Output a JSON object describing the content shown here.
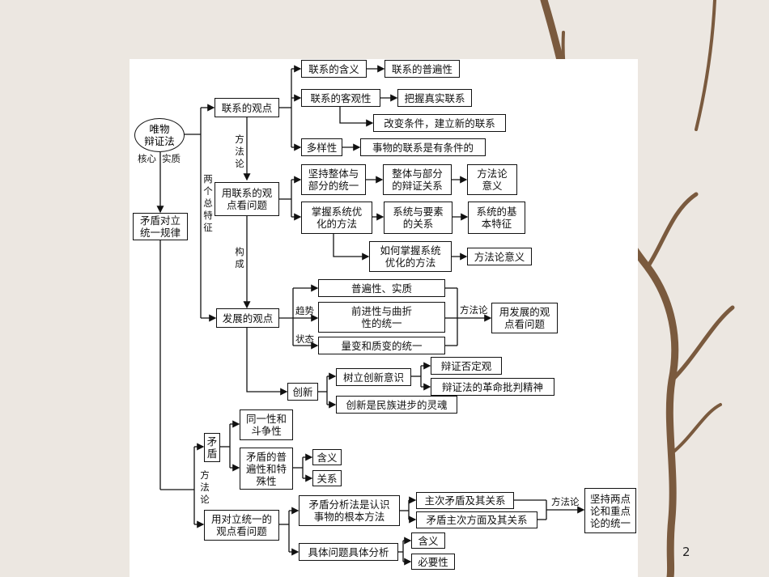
{
  "page_number": "2",
  "colors": {
    "background": "#ece7e1",
    "panel": "#ffffff",
    "ink": "#111111",
    "branch": "#7a5a3e"
  },
  "nodes": {
    "root": "唯物\n辩证法",
    "lianxi_guandian": "联系的观点",
    "lianxi_hanyi": "联系的含义",
    "lianxi_pubianxing": "联系的普遍性",
    "lianxi_keguanxing": "联系的客观性",
    "bawo_zhenshi": "把握真实联系",
    "gaibian_tiaojian": "改变条件，建立新的联系",
    "duoyangxing": "多样性",
    "youtiaojian": "事物的联系是有条件的",
    "yong_lianxi": "用联系的观\n点看问题",
    "jianchi_zhengti": "坚持整体与\n部分的统一",
    "zhengti_bufen": "整体与部分\n的辩证关系",
    "fangfalun_yiyi_1": "方法论\n意义",
    "zhangwo_xitong": "掌握系统优\n化的方法",
    "xitong_yaosu": "系统与要素\n的关系",
    "xitong_tezheng": "系统的基\n本特征",
    "ruhe_zhangwo": "如何掌握系统\n优化的方法",
    "fangfalun_yiyi_2": "方法论意义",
    "fazhan_guandian": "发展的观点",
    "pubian_shizhi": "普遍性、实质",
    "qianjin_quzhe": "前进性与曲折\n性的统一",
    "liangbian_zhibian": "量变和质变的统一",
    "yong_fazhan": "用发展的观\n点看问题",
    "chuangxin": "创新",
    "shuli_chuangxin": "树立创新意识",
    "bianzheng_fouding": "辩证否定观",
    "geming_jingshen": "辩证法的革命批判精神",
    "minzu_linghun": "创新是民族进步的灵魂",
    "maodun_guilv": "矛盾对立\n统一规律",
    "maodun": "矛\n盾",
    "tongyi_douzheng": "同一性和\n斗争性",
    "pubian_teshu": "矛盾的普\n遍性和特\n殊性",
    "hanyi_1": "含义",
    "guanxi": "关系",
    "yong_duili": "用对立统一的\n观点看问题",
    "fenxi_fa": "矛盾分析法是认识\n事物的根本方法",
    "zhuci_maodun": "主次矛盾及其关系",
    "zhuci_fangmian": "矛盾主次方面及其关系",
    "jianchi_liangdian": "坚持两点\n论和重点\n论的统一",
    "juti_fenxi": "具体问题具体分析",
    "hanyi_2": "含义",
    "biyaoxing": "必要性"
  },
  "labels": {
    "hexin": "核心",
    "shizhi": "实质",
    "liangge_tezheng": "两个总特征",
    "fangfalun_1": "方法论",
    "goucheng": "构成",
    "qushi": "趋势",
    "zhuangtai": "状态",
    "fangfalun_fazhan": "方法论",
    "fangfalun_maodun": "方法论",
    "fangfalun_right": "方法论"
  }
}
